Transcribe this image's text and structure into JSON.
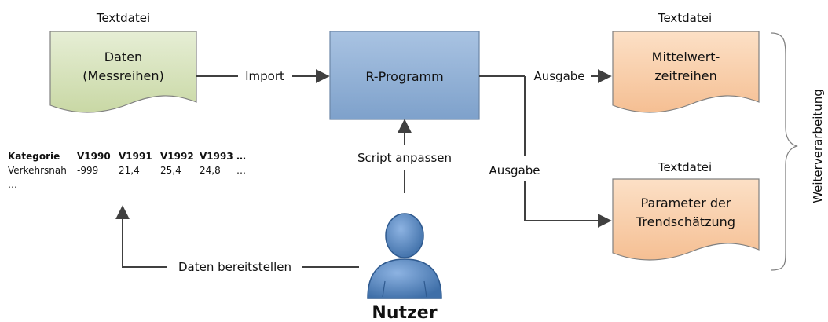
{
  "diagram": {
    "input_doc": {
      "caption": "Textdatei",
      "line1": "Daten",
      "line2": "(Messreihen)"
    },
    "program": {
      "label": "R-Programm"
    },
    "output_1": {
      "caption": "Textdatei",
      "line1": "Mittelwert-",
      "line2": "zeitreihen"
    },
    "output_2": {
      "caption": "Textdatei",
      "line1": "Parameter der",
      "line2": "Trendschätzung"
    },
    "edges": {
      "import": "Import",
      "ausgabe_1": "Ausgabe",
      "ausgabe_2": "Ausgabe",
      "script": "Script anpassen",
      "bereitstellen": "Daten bereitstellen"
    },
    "user": {
      "label": "Nutzer"
    },
    "brace": {
      "label": "Weiterverarbeitung"
    },
    "table": {
      "header": [
        "Kategorie",
        "V1990",
        "V1991",
        "V1992",
        "V1993",
        "…"
      ],
      "row1": [
        "Verkehrsnah",
        "-999",
        "21,4",
        "25,4",
        "24,8",
        "…"
      ],
      "row2": [
        "…"
      ]
    },
    "colors": {
      "input_fill": "#d6e3bc",
      "program_fill": "#95b3d7",
      "output_fill": "#fbd4b4",
      "user_fill": "#4f81bd",
      "arrow": "#404040"
    }
  }
}
